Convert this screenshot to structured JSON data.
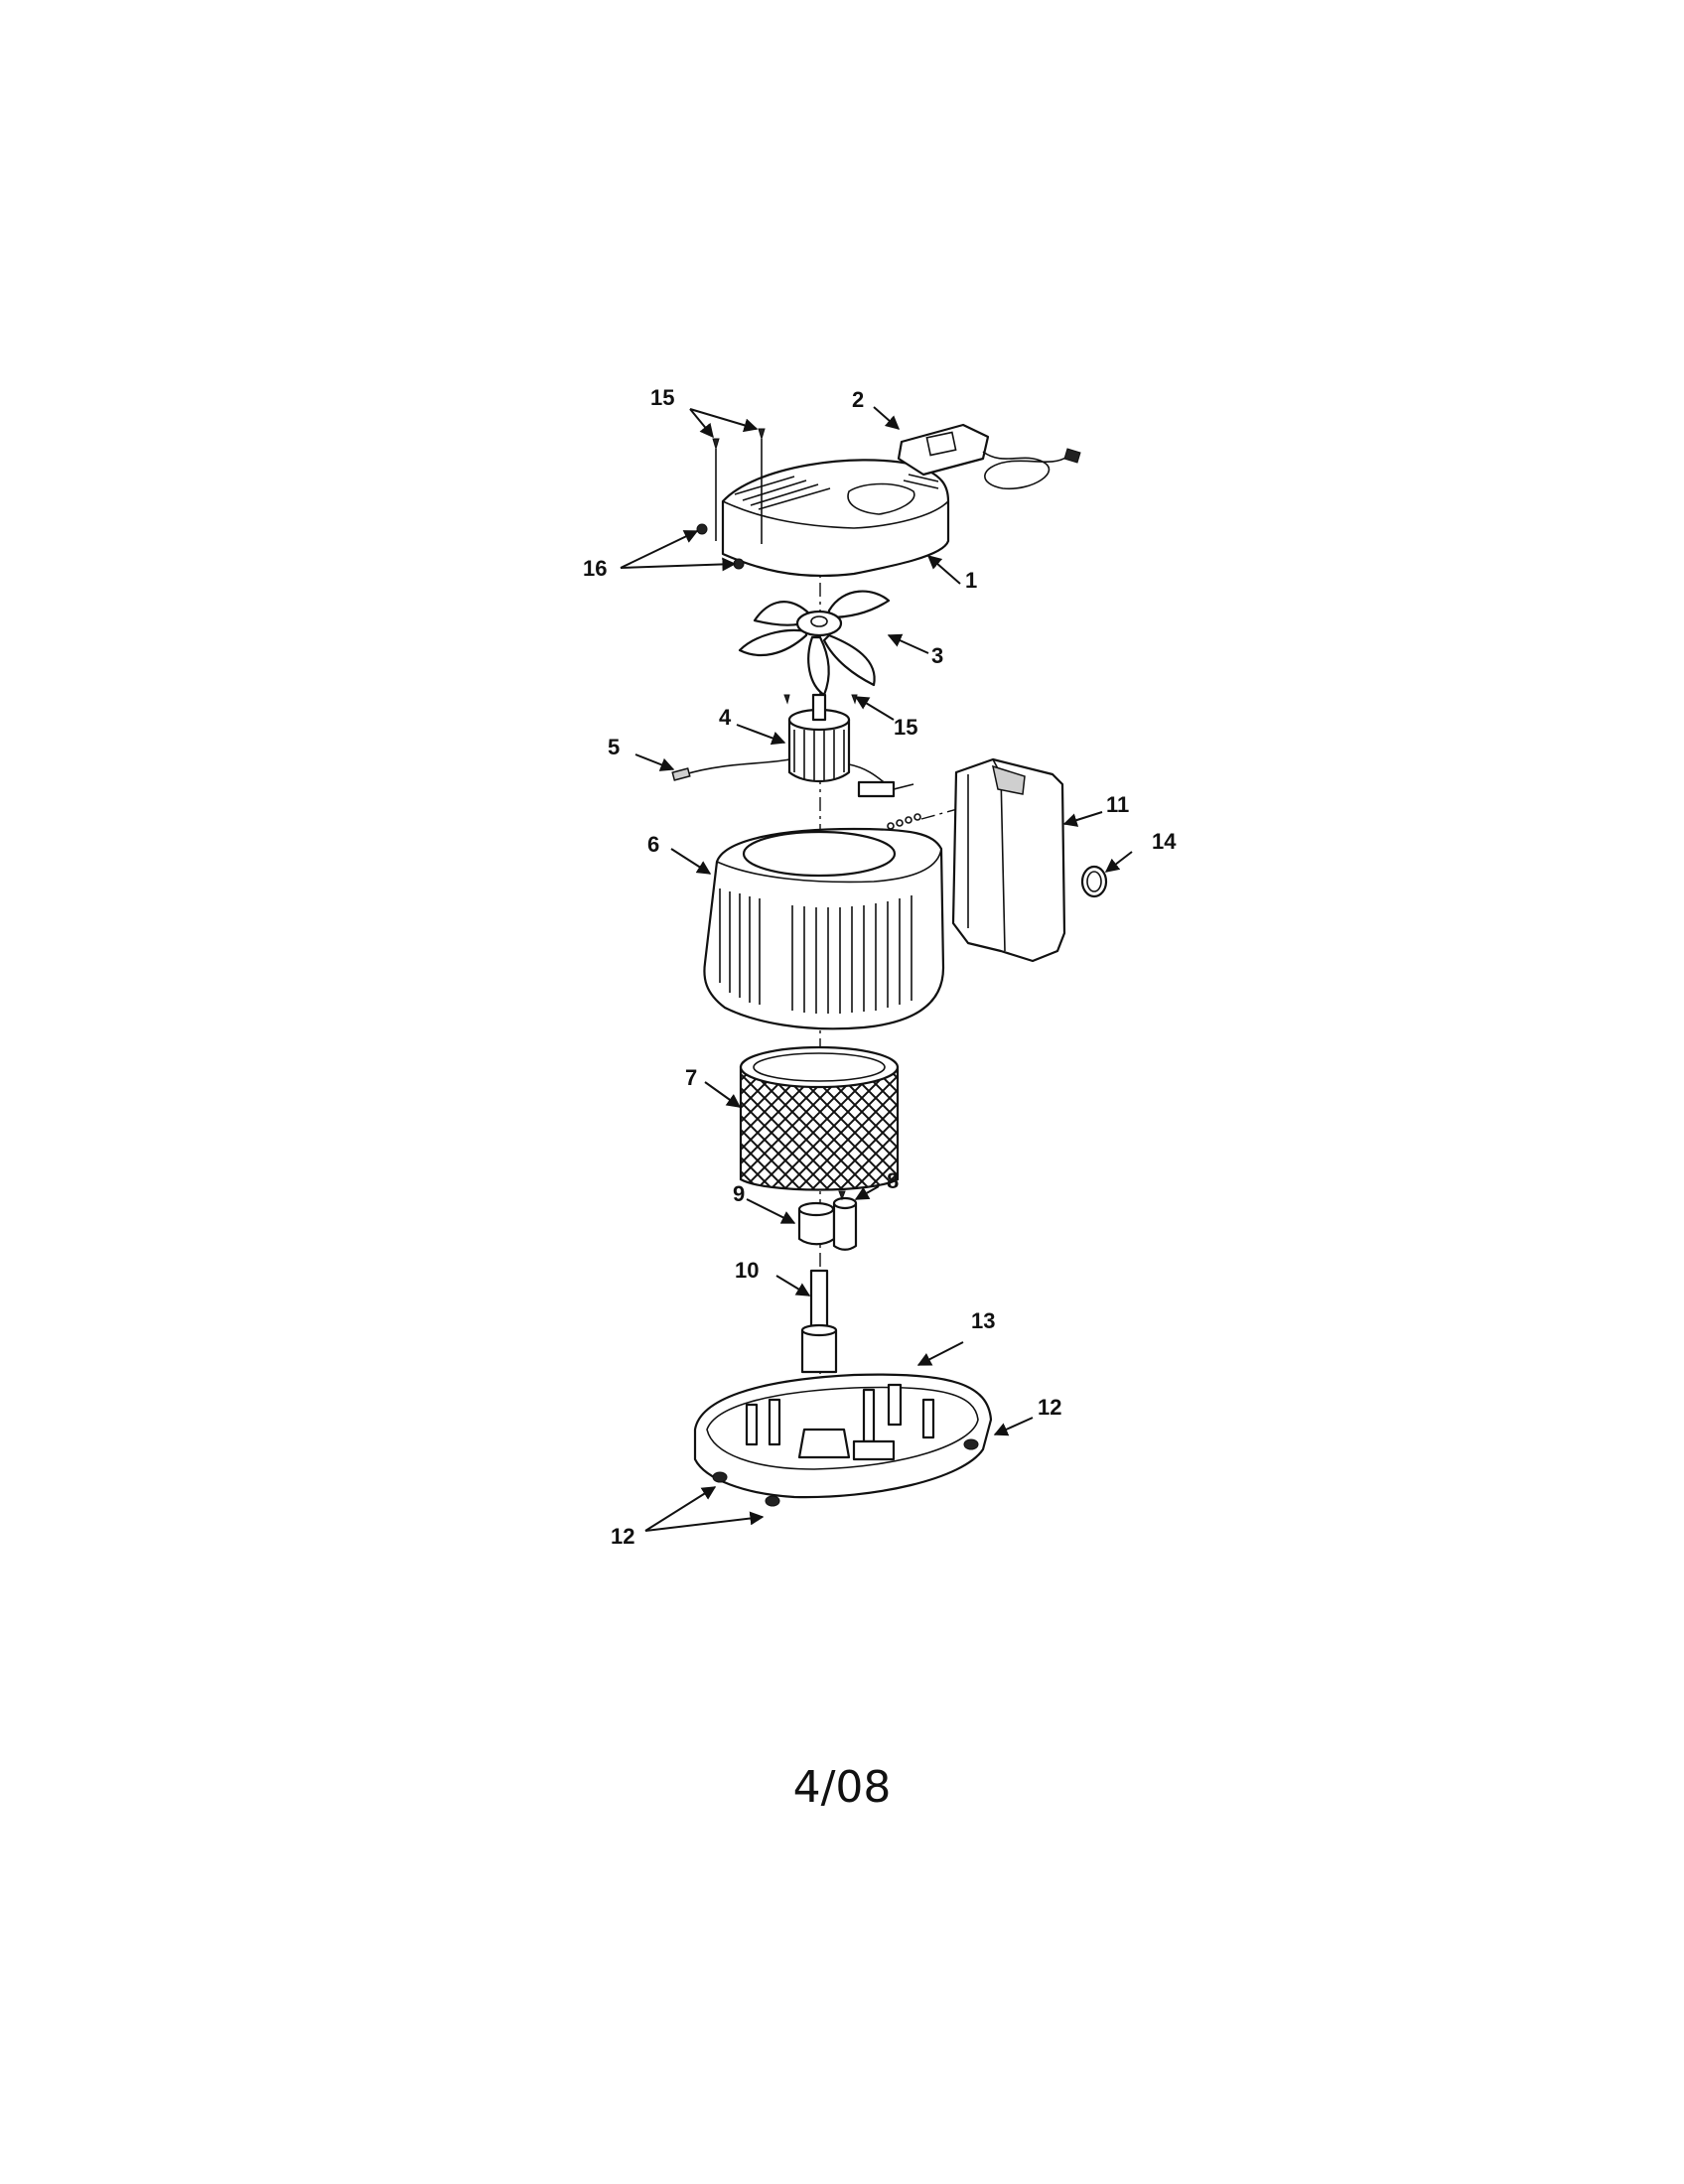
{
  "callouts": {
    "c1": "1",
    "c2": "2",
    "c3": "3",
    "c4": "4",
    "c5": "5",
    "c6": "6",
    "c7": "7",
    "c8": "8",
    "c9": "9",
    "c10": "10",
    "c11": "11",
    "c12a": "12",
    "c12b": "12",
    "c13": "13",
    "c14": "14",
    "c15a": "15",
    "c15b": "15",
    "c16": "16"
  },
  "footer": {
    "date": "4/08"
  }
}
